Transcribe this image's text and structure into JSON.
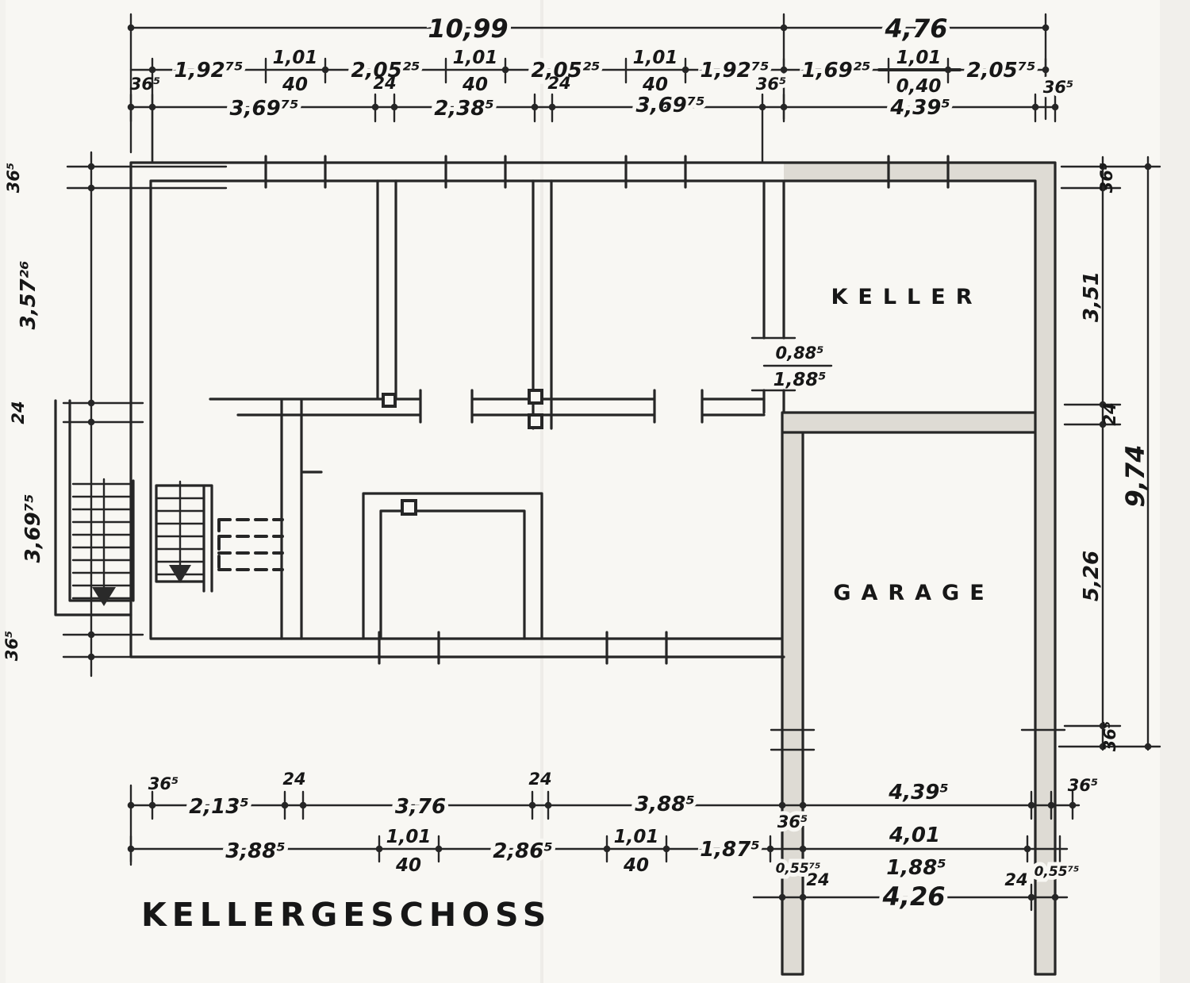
{
  "title": "KELLERGESCHOSS",
  "rooms": {
    "keller": "KELLER",
    "garage": "GARAGE"
  },
  "dims": {
    "top1": {
      "left": "10,99",
      "right": "4,76"
    },
    "top2": {
      "s1": "1,92⁷⁵",
      "w1t": "1,01",
      "w1b": "40",
      "s2": "2,05²⁵",
      "w2t": "1,01",
      "w2b": "40",
      "s3": "2,05²⁵",
      "w3t": "1,01",
      "w3b": "40",
      "s4": "1,92⁷⁵",
      "s5": "1,69²⁵",
      "w4t": "1,01",
      "w4b": "0,40",
      "s6": "2,05⁷⁵"
    },
    "top3": {
      "s1": "36⁵",
      "s2": "3,69⁷⁵",
      "s3": "24",
      "s4": "2,38⁵",
      "s5": "24",
      "s6": "3,69⁷⁵",
      "s7": "36⁵",
      "s8": "4,39⁵",
      "s9": "36⁵"
    },
    "left": {
      "s1": "36⁵",
      "s2": "3,57²⁶",
      "s3": "24",
      "s4": "3,69⁷⁵",
      "s5": "36⁵"
    },
    "right": {
      "s1": "36⁵",
      "s2": "3,51",
      "s3": "24",
      "s4": "5,26",
      "s5": "36⁵",
      "total": "9,74"
    },
    "keller_door": {
      "top": "0,88⁵",
      "bottom": "1,88⁵"
    },
    "bottom1": {
      "s1": "36⁵",
      "s2": "2,13⁵",
      "s3": "24",
      "s4": "3,76",
      "s5": "24",
      "s6": "3,88⁵",
      "s7": "36⁵",
      "s8": "4,39⁵",
      "s9": "36⁵"
    },
    "bottom2": {
      "s1": "3,88⁵",
      "w1t": "1,01",
      "w1b": "40",
      "s2": "2,86⁵",
      "w2t": "1,01",
      "w2b": "40",
      "s3": "1,87⁵",
      "p1": "0,55⁷⁵",
      "s4": "4,01",
      "s5": "1,88⁵",
      "p2": "0,55⁷⁵"
    },
    "bottom3": {
      "s1": "24",
      "s2": "4,26",
      "s3": "24"
    }
  }
}
